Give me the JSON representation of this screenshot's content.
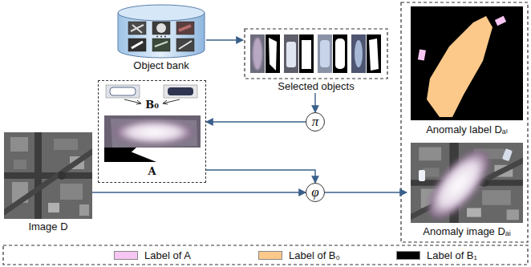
{
  "diagram": {
    "nodes": [
      {
        "text": [
          "Object bank"
        ]
      },
      {
        "text": [
          "Selected objects"
        ]
      },
      {
        "text": [
          "π"
        ]
      },
      {
        "text": [
          "B₀",
          "A"
        ]
      },
      {
        "text": [
          "φ"
        ]
      },
      {
        "text": [
          "Image D"
        ]
      },
      {
        "text": [
          "Anomaly label Dₐₗ"
        ]
      },
      {
        "text": [
          "Anomaly image Dₐᵢ"
        ]
      }
    ],
    "edges": [
      {
        "from": 0,
        "to": 1,
        "arrow": "to"
      },
      {
        "from": 1,
        "to": 2,
        "arrow": "to"
      },
      {
        "from": 2,
        "to": 3,
        "arrow": "to"
      },
      {
        "from": 3,
        "to": 4,
        "arrow": "to"
      },
      {
        "from": 5,
        "to": 4,
        "arrow": "to"
      },
      {
        "from": 4,
        "to": 7,
        "arrow": "to"
      }
    ],
    "legend": [
      {
        "text": "Label of A",
        "color": "#f6c6f3"
      },
      {
        "text": "Label of B₀",
        "color": "#fcc98a"
      },
      {
        "text": "Label of B₁",
        "color": "#000000"
      }
    ]
  }
}
